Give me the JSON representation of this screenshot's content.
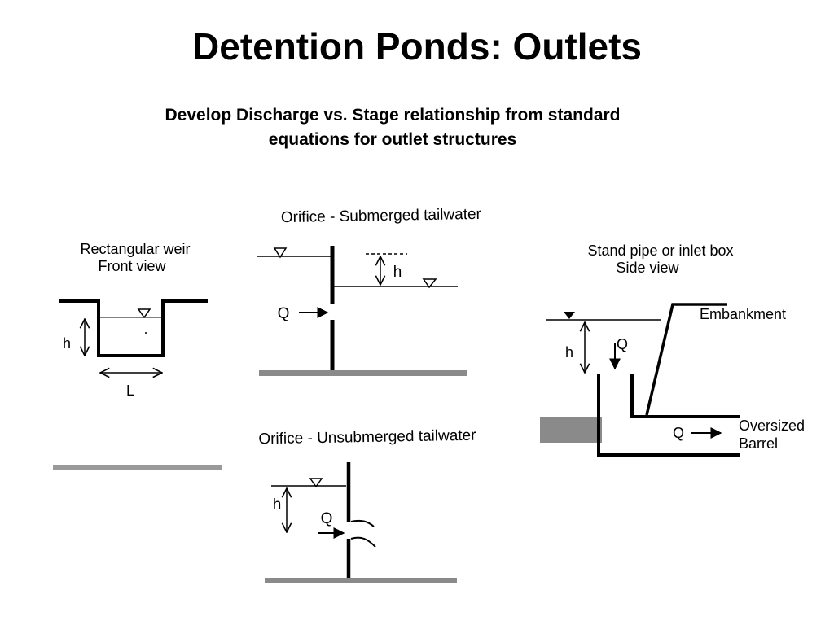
{
  "slide": {
    "title": "Detention Ponds: Outlets",
    "subtitle_line1": "Develop Discharge vs. Stage relationship from standard",
    "subtitle_line2": "equations for outlet structures"
  },
  "weir": {
    "caption_line1": "Rectangular weir",
    "caption_line2": "Front view",
    "head_label": "h",
    "length_label": "L"
  },
  "orifice_submerged": {
    "caption": "Orifice - Submerged tailwater",
    "head_label": "h",
    "flow_label": "Q"
  },
  "orifice_unsubmerged": {
    "caption": "Orifice - Unsubmerged tailwater",
    "head_label": "h",
    "flow_label": "Q"
  },
  "standpipe": {
    "caption_line1": "Stand pipe or inlet box",
    "caption_line2": "Side view",
    "embankment_label": "Embankment",
    "head_label": "h",
    "inflow_label": "Q",
    "outflow_label": "Q",
    "barrel_label_line1": "Oversized",
    "barrel_label_line2": "Barrel"
  },
  "colors": {
    "ink": "#000000",
    "ground": "#8a8a8a",
    "ground_light": "#9a9a9a"
  }
}
